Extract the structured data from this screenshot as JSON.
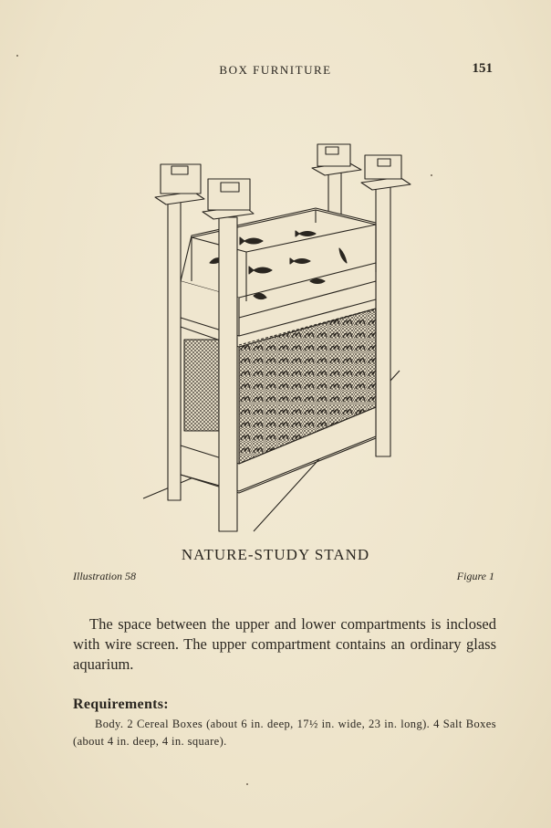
{
  "running_head": {
    "title": "BOX FURNITURE",
    "page_number": "151"
  },
  "figure": {
    "title": "NATURE-STUDY STAND",
    "illustration_label": "Illustration 58",
    "figure_label": "Figure 1"
  },
  "body": {
    "paragraph": "The space between the upper and lower compartments is inclosed with wire screen. The upper compartment contains an ordinary glass aquarium."
  },
  "requirements": {
    "heading": "Requirements:",
    "text": "Body. 2 Cereal Boxes (about 6 in. deep, 17½ in. wide, 23 in. long). 4 Salt Boxes (about 4 in. deep, 4 in. square)."
  },
  "colors": {
    "paper": "#efe6cf",
    "ink": "#2a2620"
  }
}
